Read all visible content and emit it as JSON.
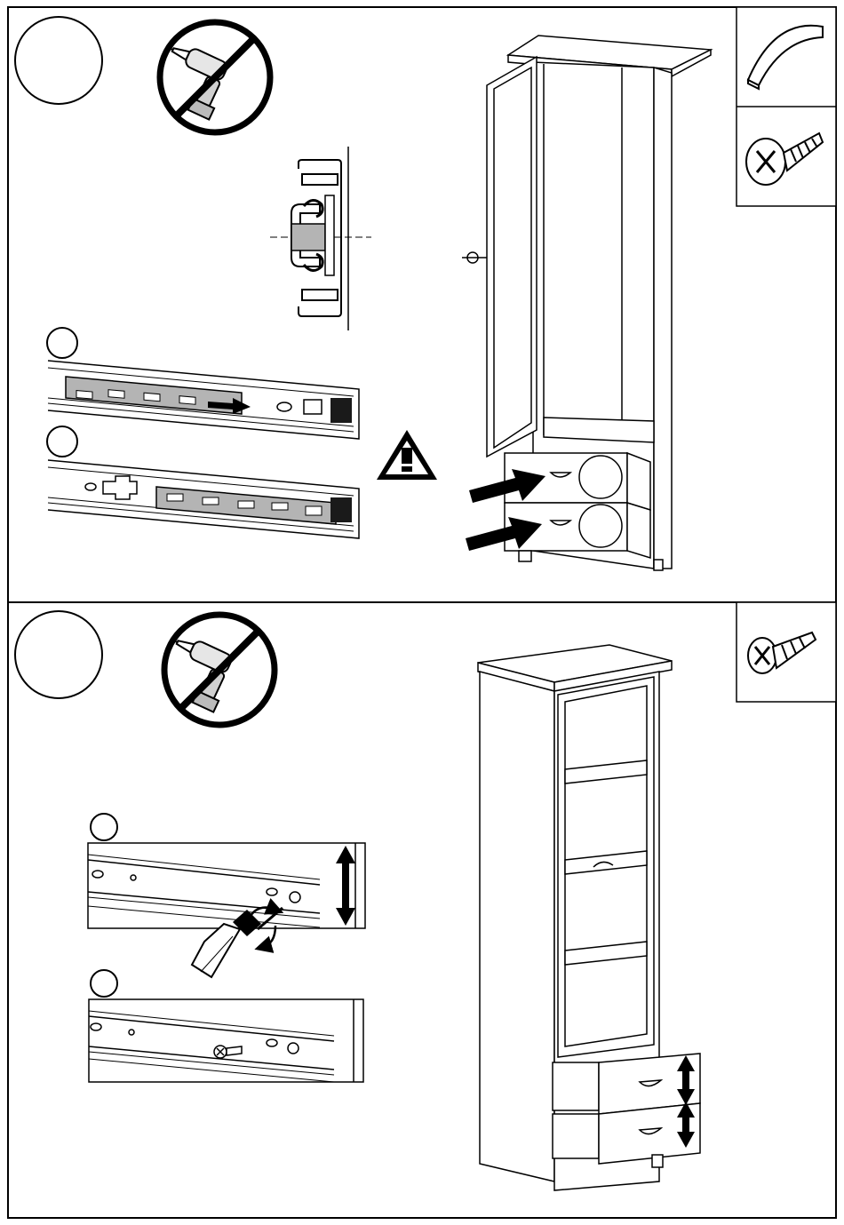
{
  "page": {
    "type": "furniture-assembly-instructions",
    "ink_color": "#000000",
    "paper_color": "#ffffff",
    "fill_gray": "#b4b4b4",
    "dark_fill": "#1a1a1a"
  },
  "steps": [
    {
      "step_number": "",
      "no_power_drill_icon": "no-power-drill-icon",
      "substeps": [
        "",
        ""
      ],
      "warning_icon": "warning-triangle-icon",
      "parts": [
        {
          "icon": "cup-handle-icon",
          "quantity": ""
        },
        {
          "icon": "pan-head-screw-icon",
          "quantity": ""
        }
      ],
      "assembly": "insert-drawers-into-cabinet"
    },
    {
      "step_number": "",
      "no_power_drill_icon": "no-power-drill-icon",
      "substeps": [
        "",
        ""
      ],
      "parts": [
        {
          "icon": "countersunk-screw-icon",
          "quantity": ""
        }
      ],
      "assembly": "adjust-drawer-front-height"
    }
  ]
}
